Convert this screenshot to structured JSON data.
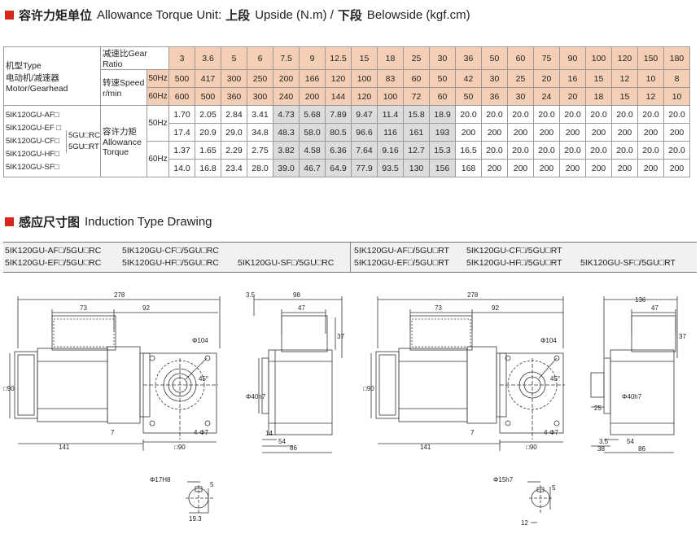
{
  "section1": {
    "title_cn": "容许力矩单位",
    "title_en": "Allowance Torque Unit:",
    "upside_cn": "上段",
    "upside_en": "Upside (N.m) /",
    "belowside_cn": "下段",
    "belowside_en": "Belowside (kgf.cm)"
  },
  "table": {
    "model_header_1": "机型Type",
    "model_header_2": "电动机/减速器",
    "model_header_3": "Motor/Gearhead",
    "gear_ratio_label": "减速比Gear Ratio",
    "speed_label": "转速Speed",
    "speed_unit": "r/min",
    "hz50": "50Hz",
    "hz60": "60Hz",
    "ratios": [
      "3",
      "3.6",
      "5",
      "6",
      "7.5",
      "9",
      "12.5",
      "15",
      "18",
      "25",
      "30",
      "36",
      "50",
      "60",
      "75",
      "90",
      "100",
      "120",
      "150",
      "180"
    ],
    "speed_50": [
      "500",
      "417",
      "300",
      "250",
      "200",
      "166",
      "120",
      "100",
      "83",
      "60",
      "50",
      "42",
      "30",
      "25",
      "20",
      "16",
      "15",
      "12",
      "10",
      "8"
    ],
    "speed_60": [
      "600",
      "500",
      "360",
      "300",
      "240",
      "200",
      "144",
      "120",
      "100",
      "72",
      "60",
      "50",
      "36",
      "30",
      "24",
      "20",
      "18",
      "15",
      "12",
      "10"
    ],
    "models": [
      "5IK120GU-AF□",
      "5IK120GU-EF □",
      "5IK120GU-CF□",
      "5IK120GU-HF□",
      "5IK120GU-SF□"
    ],
    "gear_types": [
      "5GU□RC",
      "5GU□RT"
    ],
    "torque_label_cn": "容许力矩",
    "torque_label_en1": "Allowance",
    "torque_label_en2": "Torque",
    "t50_upper": [
      "1.70",
      "2.05",
      "2.84",
      "3.41",
      "4.73",
      "5.68",
      "7.89",
      "9.47",
      "11.4",
      "15.8",
      "18.9",
      "20.0",
      "20.0",
      "20.0",
      "20.0",
      "20.0",
      "20.0",
      "20.0",
      "20.0",
      "20.0"
    ],
    "t50_lower": [
      "17.4",
      "20.9",
      "29.0",
      "34.8",
      "48.3",
      "58.0",
      "80.5",
      "96.6",
      "116",
      "161",
      "193",
      "200",
      "200",
      "200",
      "200",
      "200",
      "200",
      "200",
      "200",
      "200"
    ],
    "t60_upper": [
      "1.37",
      "1.65",
      "2.29",
      "2.75",
      "3.82",
      "4.58",
      "6.36",
      "7.64",
      "9.16",
      "12.7",
      "15.3",
      "16.5",
      "20.0",
      "20.0",
      "20.0",
      "20.0",
      "20.0",
      "20.0",
      "20.0",
      "20.0"
    ],
    "t60_lower": [
      "14.0",
      "16.8",
      "23.4",
      "28.0",
      "39.0",
      "46.7",
      "64.9",
      "77.9",
      "93.5",
      "130",
      "156",
      "168",
      "200",
      "200",
      "200",
      "200",
      "200",
      "200",
      "200",
      "200"
    ]
  },
  "section2": {
    "title_cn": "感应尺寸图",
    "title_en": "Induction Type Drawing"
  },
  "models_rc": {
    "a": "5IK120GU-AF□/5GU□RC",
    "c": "5IK120GU-CF□/5GU□RC",
    "e": "5IK120GU-EF□/5GU□RC",
    "h": "5IK120GU-HF□/5GU□RC",
    "s": "5IK120GU-SF□/5GU□RC"
  },
  "models_rt": {
    "a": "5IK120GU-AF□/5GU□RT",
    "c": "5IK120GU-CF□/5GU□RT",
    "e": "5IK120GU-EF□/5GU□RT",
    "h": "5IK120GU-HF□/5GU□RT",
    "s": "5IK120GU-SF□/5GU□RT"
  },
  "dims": {
    "d278": "278",
    "d73": "73",
    "d92": "92",
    "d104": "Φ104",
    "d45": "45°",
    "d4phi7": "4-Φ7",
    "d7": "7",
    "d141": "141",
    "dsq90": "□90",
    "d35": "3.5",
    "d98": "98",
    "d47": "47",
    "d37": "37",
    "d40h7": "Φ40h7",
    "d14": "14",
    "d54": "54",
    "d86": "86",
    "d136": "136",
    "d25": "25",
    "d38": "38",
    "d17h8": "Φ17H8",
    "d5": "5",
    "d193": "19.3",
    "d15h7": "Φ15h7",
    "d12": "12"
  }
}
